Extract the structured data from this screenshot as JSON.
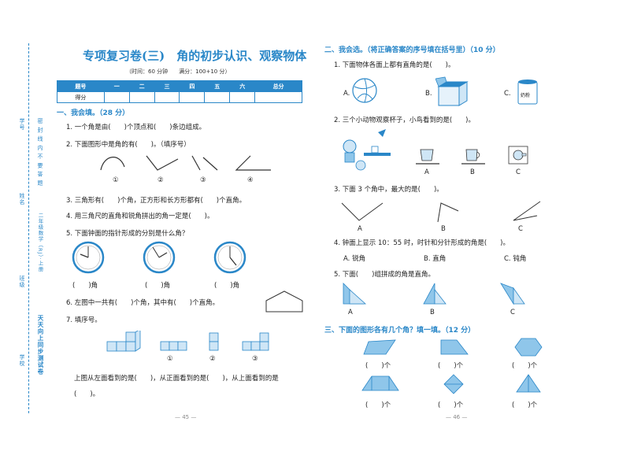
{
  "binding": {
    "school": "学校",
    "class": "班级",
    "name": "姓名",
    "number": "学号",
    "subject": "二年级数学（RJ）·上册",
    "series": "天天向上同步测试卷",
    "warning": "密 封 线 内 不 要 答 题"
  },
  "left": {
    "title": "专项复习卷(三)　角的初步认识、观察物体",
    "meta": "（时间：60 分钟　　满分：100+10 分）",
    "score_table": {
      "headers": [
        "题号",
        "一",
        "二",
        "三",
        "四",
        "五",
        "六",
        "总分"
      ],
      "row_label": "得分"
    },
    "sec1": {
      "title": "一、我会填。（28 分）",
      "q1": "1. 一个角是由(　　)个顶点和(　　)条边组成。",
      "q2": "2. 下面图形中是角的有(　　)。（填序号）",
      "q2_labels": [
        "①",
        "②",
        "③",
        "④"
      ],
      "q3": "3. 三角形有(　　)个角，正方形和长方形都有(　　)个直角。",
      "q4": "4. 用三角尺的直角和锐角拼出的角一定是(　　)。",
      "q5": "5. 下面钟面的指针形成的分别是什么角？",
      "q5_answers": [
        "(　　)角",
        "(　　)角",
        "(　　)角"
      ],
      "q6": "6. 左图中一共有(　　)个角，其中有(　　)个直角。",
      "q7": "7. 填序号。",
      "q7_labels": [
        "①",
        "②",
        "③"
      ],
      "q7_line1": "上图从左面看到的是(　　)，从正面看到的是(　　)，从上面看到的是",
      "q7_line2": "(　　)。"
    },
    "page": "— 45 —"
  },
  "right": {
    "sec2": {
      "title": "二、我会选。（将正确答案的序号填在括号里）（10 分）",
      "q1": "1. 下面物体各面上都有直角的是(　　)。",
      "q1_options": [
        "A.",
        "B.",
        "C."
      ],
      "q1_can_label": "奶粉",
      "q2": "2. 三个小动物观察杯子，小鸟看到的是(　　)。",
      "q2_options": [
        "A",
        "B",
        "C"
      ],
      "q3": "3. 下面 3 个角中，最大的是(　　)。",
      "q3_options": [
        "A",
        "B",
        "C"
      ],
      "q4": "4. 钟面上显示 10：55 时，时针和分针形成的角是(　　)。",
      "q4_options": [
        "A. 锐角",
        "B. 直角",
        "C. 钝角"
      ],
      "q5": "5. 下面(　　)组拼成的角是直角。",
      "q5_options": [
        "A",
        "B",
        "C"
      ]
    },
    "sec3": {
      "title": "三、下面的图形各有几个角？填一填。（12 分）",
      "answers": [
        "(　　)个",
        "(　　)个",
        "(　　)个",
        "(　　)个",
        "(　　)个",
        "(　　)个"
      ]
    },
    "page": "— 46 —"
  },
  "colors": {
    "accent": "#2a87c8",
    "light": "#8fc6ea"
  },
  "icons": [
    "ball",
    "box",
    "milk-can",
    "bird",
    "cat",
    "dog",
    "cup",
    "set-square"
  ]
}
